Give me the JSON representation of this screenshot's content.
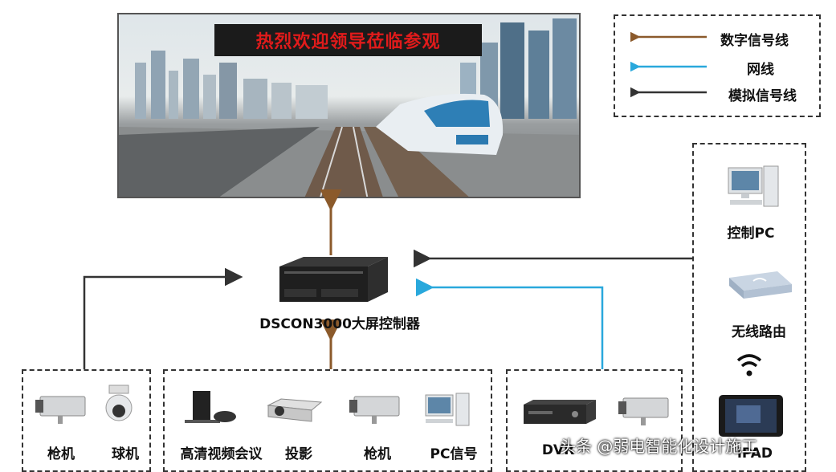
{
  "screen": {
    "banner": "热烈欢迎领导莅临参观"
  },
  "legend": {
    "items": [
      {
        "label": "数字信号线",
        "color": "#8b5a2b"
      },
      {
        "label": "网线",
        "color": "#29a8dc"
      },
      {
        "label": "模拟信号线",
        "color": "#333333"
      }
    ]
  },
  "controller": {
    "label": "DSCON3000大屏控制器"
  },
  "right_panel": {
    "control_pc": "控制PC",
    "router": "无线路由",
    "tablet": "iPAD"
  },
  "left_group": {
    "items": [
      "枪机",
      "球机"
    ]
  },
  "middle_group": {
    "items": [
      "高清视频会议",
      "投影",
      "枪机",
      "PC信号"
    ]
  },
  "right_group": {
    "items": [
      "DVR"
    ]
  },
  "watermark": "头条 @弱电智能化设计施工",
  "colors": {
    "digital": "#8b5a2b",
    "network": "#29a8dc",
    "analog": "#333333"
  }
}
